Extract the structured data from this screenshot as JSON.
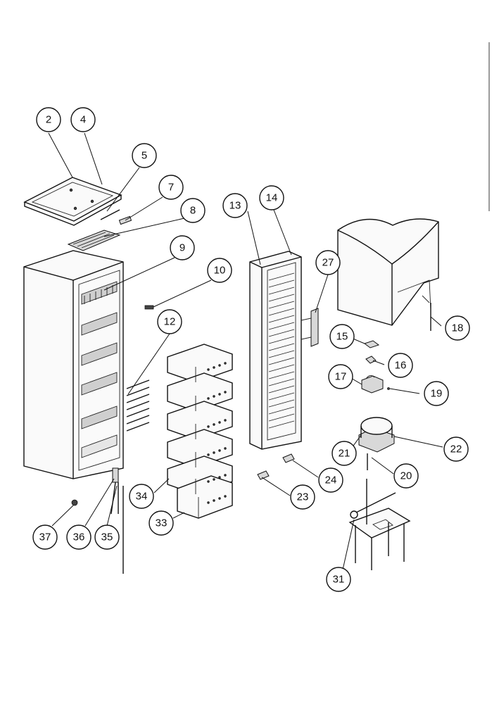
{
  "callouts": [
    {
      "id": "2",
      "label": "2"
    },
    {
      "id": "4",
      "label": "4"
    },
    {
      "id": "5",
      "label": "5"
    },
    {
      "id": "7",
      "label": "7"
    },
    {
      "id": "8",
      "label": "8"
    },
    {
      "id": "9",
      "label": "9"
    },
    {
      "id": "10",
      "label": "10"
    },
    {
      "id": "12",
      "label": "12"
    },
    {
      "id": "13",
      "label": "13"
    },
    {
      "id": "14",
      "label": "14"
    },
    {
      "id": "27",
      "label": "27"
    },
    {
      "id": "15",
      "label": "15"
    },
    {
      "id": "16",
      "label": "16"
    },
    {
      "id": "17",
      "label": "17"
    },
    {
      "id": "18",
      "label": "18"
    },
    {
      "id": "19",
      "label": "19"
    },
    {
      "id": "20",
      "label": "20"
    },
    {
      "id": "21",
      "label": "21"
    },
    {
      "id": "22",
      "label": "22"
    },
    {
      "id": "23",
      "label": "23"
    },
    {
      "id": "24",
      "label": "24"
    },
    {
      "id": "31",
      "label": "31"
    },
    {
      "id": "33",
      "label": "33"
    },
    {
      "id": "34",
      "label": "34"
    },
    {
      "id": "35",
      "label": "35"
    },
    {
      "id": "36",
      "label": "36"
    },
    {
      "id": "37",
      "label": "37"
    }
  ]
}
